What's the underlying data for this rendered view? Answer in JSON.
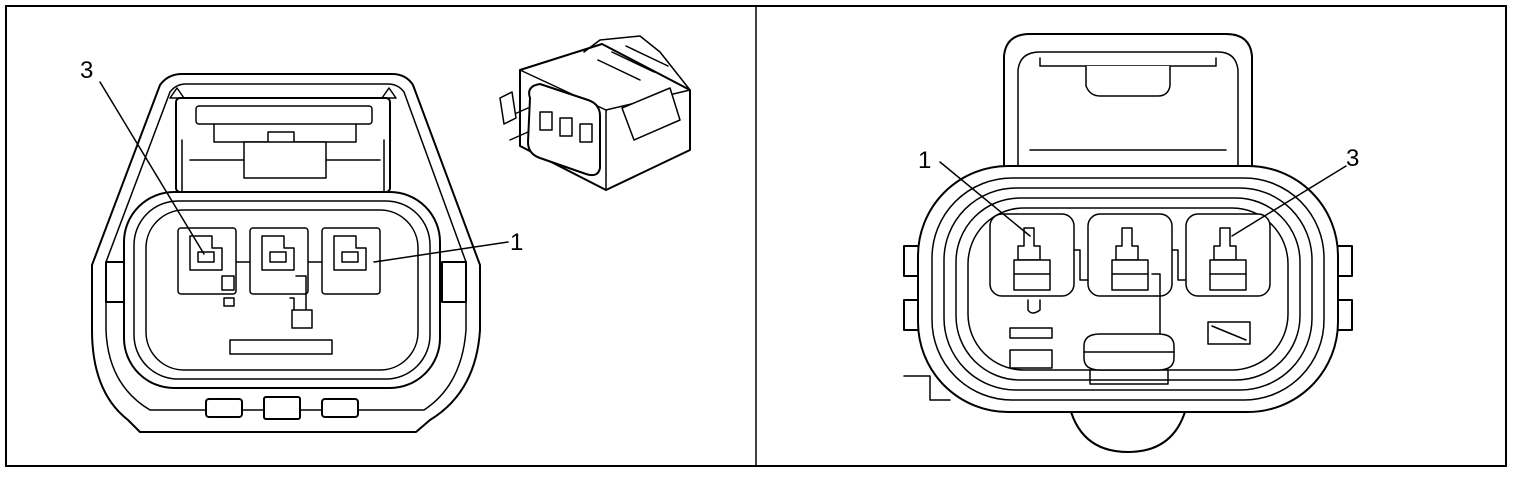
{
  "diagram": {
    "left_panel": {
      "callouts": [
        {
          "label": "3"
        },
        {
          "label": "1"
        }
      ]
    },
    "right_panel": {
      "callouts": [
        {
          "label": "1"
        },
        {
          "label": "3"
        }
      ]
    }
  }
}
